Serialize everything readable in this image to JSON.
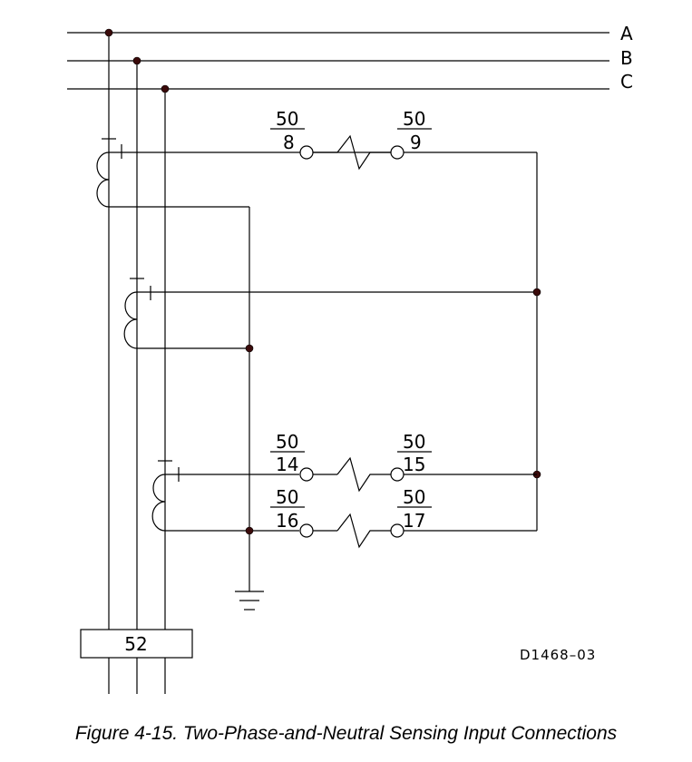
{
  "phases": [
    "A",
    "B",
    "C"
  ],
  "relays": [
    {
      "device": "50",
      "terminal": "8"
    },
    {
      "device": "50",
      "terminal": "9"
    },
    {
      "device": "50",
      "terminal": "14"
    },
    {
      "device": "50",
      "terminal": "15"
    },
    {
      "device": "50",
      "terminal": "16"
    },
    {
      "device": "50",
      "terminal": "17"
    }
  ],
  "breaker_label": "52",
  "drawing_code": "D1468–03",
  "caption": "Figure 4-15. Two-Phase-and-Neutral Sensing Input Connections"
}
